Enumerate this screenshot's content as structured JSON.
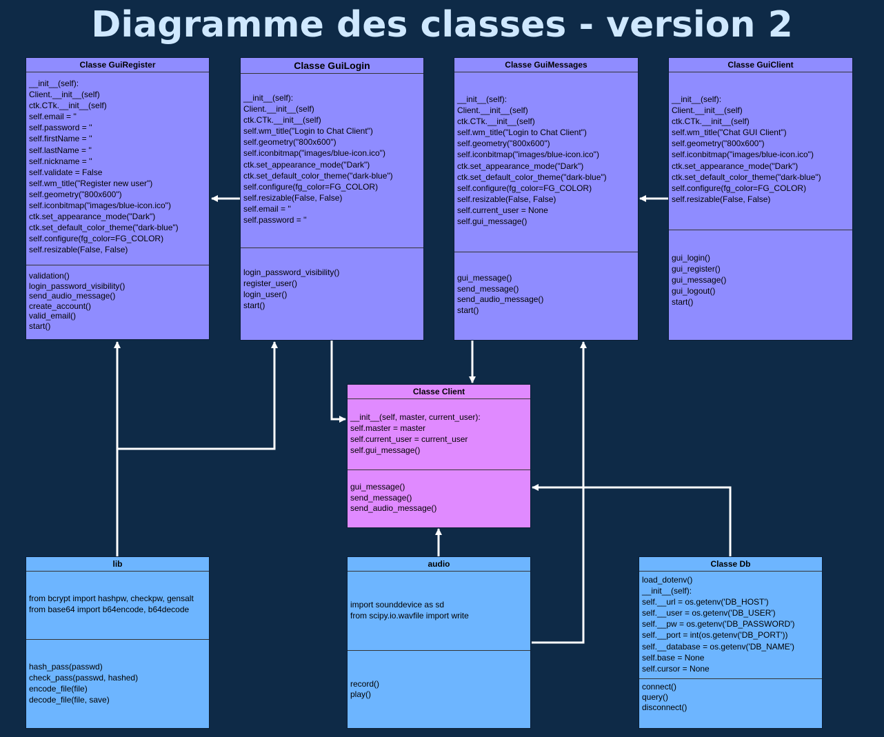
{
  "title": "Diagramme des classes - version 2",
  "colors": {
    "background": "#0e2a47",
    "gui_class": "#8f8cff",
    "client_class": "#e08aff",
    "module_class": "#6db5ff",
    "connector": "#ffffff"
  },
  "classes": {
    "guiregister": {
      "name": "Classe GuiRegister",
      "attributes": [
        "__init__(self):",
        "Client.__init__(self)",
        "ctk.CTk.__init__(self)",
        "self.email = ''",
        "self.password = ''",
        "self.firstName = ''",
        "self.lastName = ''",
        "self.nickname = ''",
        "self.validate = False",
        "self.wm_title(\"Register new user\")",
        "self.geometry(\"800x600\")",
        "self.iconbitmap(\"images/blue-icon.ico\")",
        "ctk.set_appearance_mode(\"Dark\")",
        "ctk.set_default_color_theme(\"dark-blue\")",
        "self.configure(fg_color=FG_COLOR)",
        "self.resizable(False, False)"
      ],
      "methods": [
        "validation()",
        "login_password_visibility()",
        "send_audio_message()",
        "create_account()",
        "valid_email()",
        "start()"
      ]
    },
    "guilogin": {
      "name": "Classe GuiLogin",
      "attributes": [
        "__init__(self):",
        "Client.__init__(self)",
        "ctk.CTk.__init__(self)",
        "self.wm_title(\"Login to Chat Client\")",
        "self.geometry(\"800x600\")",
        "self.iconbitmap(\"images/blue-icon.ico\")",
        "ctk.set_appearance_mode(\"Dark\")",
        "ctk.set_default_color_theme(\"dark-blue\")",
        "self.configure(fg_color=FG_COLOR)",
        "self.resizable(False, False)",
        "self.email = ''",
        "self.password = ''"
      ],
      "methods": [
        "login_password_visibility()",
        "register_user()",
        "login_user()",
        "start()"
      ]
    },
    "guimessages": {
      "name": "Classe GuiMessages",
      "attributes": [
        "__init__(self):",
        "Client.__init__(self)",
        "ctk.CTk.__init__(self)",
        "self.wm_title(\"Login to Chat Client\")",
        "self.geometry(\"800x600\")",
        "self.iconbitmap(\"images/blue-icon.ico\")",
        "ctk.set_appearance_mode(\"Dark\")",
        "ctk.set_default_color_theme(\"dark-blue\")",
        "self.configure(fg_color=FG_COLOR)",
        "self.resizable(False, False)",
        "self.current_user = None",
        "self.gui_message()"
      ],
      "methods": [
        "gui_message()",
        "send_message()",
        "send_audio_message()",
        "start()"
      ]
    },
    "guiclient": {
      "name": "Classe GuiClient",
      "attributes": [
        "__init__(self):",
        "Client.__init__(self)",
        "ctk.CTk.__init__(self)",
        "self.wm_title(\"Chat GUI Client\")",
        "self.geometry(\"800x600\")",
        "self.iconbitmap(\"images/blue-icon.ico\")",
        "ctk.set_appearance_mode(\"Dark\")",
        "ctk.set_default_color_theme(\"dark-blue\")",
        "self.configure(fg_color=FG_COLOR)",
        "self.resizable(False, False)"
      ],
      "methods": [
        "gui_login()",
        "gui_register()",
        "gui_message()",
        "gui_logout()",
        "start()"
      ]
    },
    "client": {
      "name": "Classe Client",
      "attributes": [
        "__init__(self, master, current_user):",
        "self.master = master",
        "self.current_user = current_user",
        "self.gui_message()"
      ],
      "methods": [
        "gui_message()",
        "send_message()",
        "send_audio_message()"
      ]
    },
    "lib": {
      "name": "lib",
      "attributes": [
        "from bcrypt import hashpw, checkpw, gensalt",
        "from base64 import b64encode, b64decode"
      ],
      "methods": [
        "hash_pass(passwd)",
        "check_pass(passwd, hashed)",
        "encode_file(file)",
        "decode_file(file, save)"
      ]
    },
    "audio": {
      "name": "audio",
      "attributes": [
        "import sounddevice as sd",
        "from scipy.io.wavfile import write"
      ],
      "methods": [
        "record()",
        "play()"
      ]
    },
    "db": {
      "name": "Classe Db",
      "attributes": [
        "load_dotenv()",
        "__init__(self):",
        "self.__url = os.getenv('DB_HOST')",
        "self.__user = os.getenv('DB_USER')",
        "self.__pw = os.getenv('DB_PASSWORD')",
        "self.__port = int(os.getenv('DB_PORT'))",
        "self.__database = os.getenv('DB_NAME')",
        "self.base = None",
        "self.cursor = None"
      ],
      "methods": [
        "connect()",
        "query()",
        "disconnect()"
      ]
    }
  }
}
